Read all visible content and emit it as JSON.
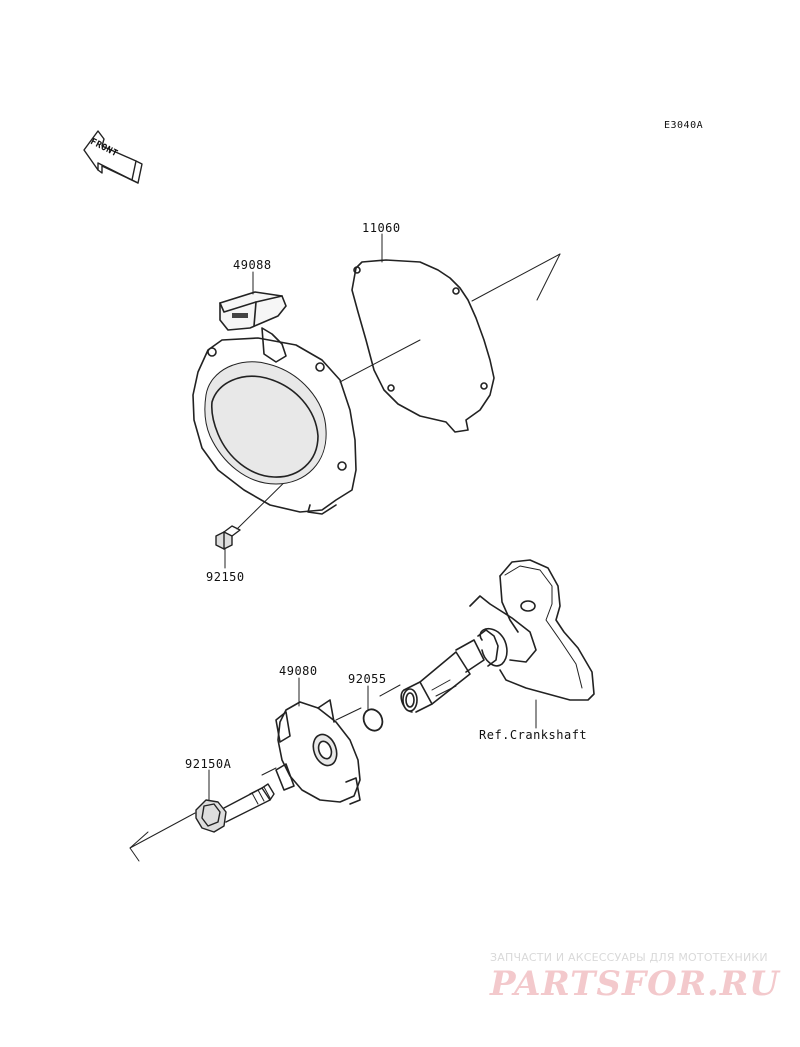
{
  "diagram": {
    "code": "E3040A",
    "front_label": "FRONT",
    "parts": {
      "p49088": "49088",
      "p11060": "11060",
      "p92150": "92150",
      "p49080": "49080",
      "p92055": "92055",
      "p92150A": "92150A",
      "ref_crankshaft": "Ref.Crankshaft"
    }
  },
  "watermark": {
    "tagline": "ЗАПЧАСТИ И АКСЕССУАРЫ ДЛЯ МОТОТЕХНИКИ",
    "brand": "PARTSFOR.RU"
  }
}
